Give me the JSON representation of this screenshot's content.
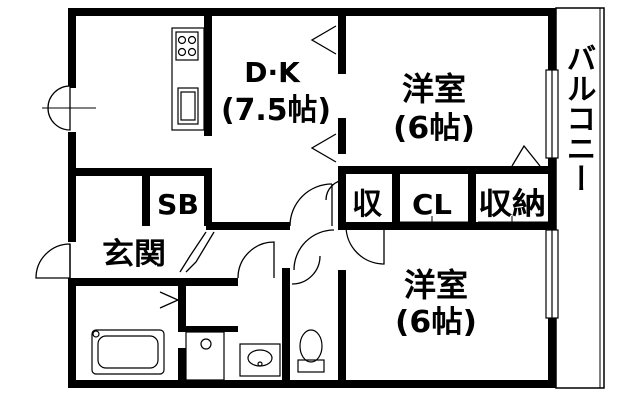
{
  "floor_plan": {
    "rooms": {
      "dk": {
        "name": "D·K",
        "size": "(7.5帖)"
      },
      "western_1": {
        "name": "洋室",
        "size": "(6帖)"
      },
      "western_2": {
        "name": "洋室",
        "size": "(6帖)"
      },
      "sb": "SB",
      "storage_small": "収",
      "closet": "CL",
      "storage": "収納",
      "entrance": "玄関",
      "balcony": "バルコニー"
    }
  }
}
